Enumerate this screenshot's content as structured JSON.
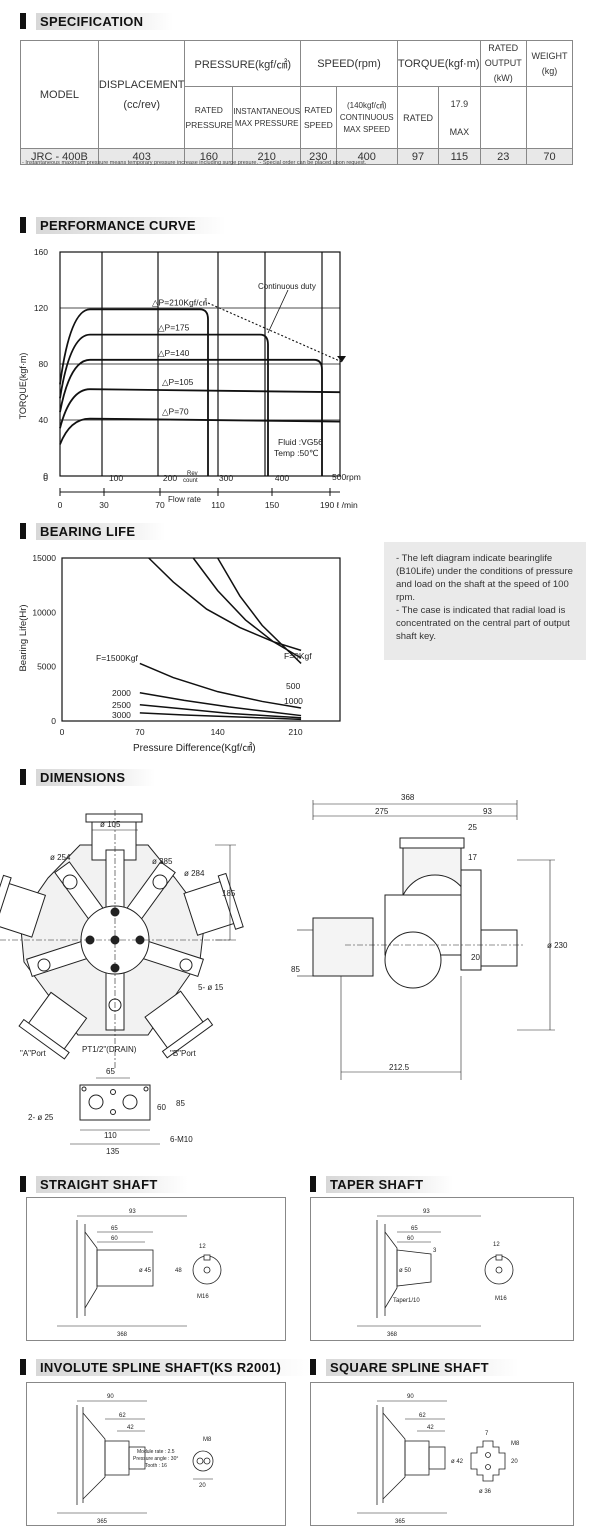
{
  "sections": {
    "specification": "SPECIFICATION",
    "performance": "PERFORMANCE CURVE",
    "bearing": "BEARING LIFE",
    "dimensions": "DIMENSIONS",
    "straight": "STRAIGHT SHAFT",
    "taper": "TAPER SHAFT",
    "involute": "INVOLUTE SPLINE SHAFT(KS R2001)",
    "square": "SQUARE SPLINE SHAFT"
  },
  "spec_table": {
    "model": "MODEL",
    "displacement": "DISPLACEMENT",
    "displacement_unit": "(cc/rev)",
    "pressure": "PRESSURE(kgf/㎠)",
    "speed": "SPEED(rpm)",
    "torque": "TORQUE(kgf·m)",
    "rated_output": "RATED OUTPUT (kW)",
    "weight": "WEIGHT (kg)",
    "rated_pressure": "RATED PRESSURE",
    "inst_max_pressure": "INSTANTANEOUS MAX PRESSURE",
    "rated_speed": "RATED SPEED",
    "cont_max_speed": "(140kgf/㎠) CONTINUOUS MAX SPEED",
    "rated_torque": "RATED",
    "max_torque_top": "17.9",
    "max_torque": "MAX",
    "row": {
      "model": "JRC - 400B",
      "displacement": "403",
      "rated_pressure": "160",
      "inst_max_pressure": "210",
      "rated_speed": "230",
      "cont_max_speed": "400",
      "rated_torque": "97",
      "max_torque": "115",
      "rated_output": "23",
      "weight": "70"
    },
    "note": "- Instantaneous maximum pressure means temporary pressure increase including surge presure.   - Special order can be placed upon request."
  },
  "performance_labels": {
    "ylabel": "TORQUE(kgf·m)",
    "continuous": "Continuous duty",
    "fluid": "Fluid :VG56",
    "temp": "Temp :50℃",
    "rev_count": "Rev count",
    "rpm": "500rpm",
    "flow_rate": "Flow rate",
    "flow_unit": "190 ℓ /min"
  },
  "chart_data": [
    {
      "type": "line",
      "title": "PERFORMANCE CURVE",
      "ylabel": "TORQUE(kgf·m)",
      "ylim": [
        0,
        160
      ],
      "yticks": [
        "0",
        "40",
        "80",
        "120",
        "160"
      ],
      "rev_ticks": [
        "100",
        "200",
        "300",
        "400"
      ],
      "flow_ticks": [
        "0",
        "30",
        "70",
        "110",
        "150"
      ],
      "series": [
        {
          "name": "△P=210Kgf/㎠",
          "plateau": 119
        },
        {
          "name": "△P=175",
          "plateau": 101
        },
        {
          "name": "△P=140",
          "plateau": 83
        },
        {
          "name": "△P=105",
          "plateau": 62
        },
        {
          "name": "△P=70",
          "plateau": 41
        }
      ]
    },
    {
      "type": "line",
      "title": "BEARING LIFE",
      "ylabel": "Bearing Life(Hr)",
      "xlabel": "Pressure Difference(Kgf/㎠)",
      "ylim": [
        0,
        15000
      ],
      "xlim": [
        0,
        250
      ],
      "yticks": [
        "0",
        "5000",
        "10000",
        "15000"
      ],
      "xticks": [
        "0",
        "70",
        "140",
        "210"
      ],
      "series": [
        {
          "name": "F=0Kgf",
          "x": [
            78,
            100,
            130,
            160,
            190,
            215
          ],
          "y": [
            15000,
            12800,
            10300,
            8600,
            7300,
            6500
          ]
        },
        {
          "name": "500",
          "x": [
            118,
            140,
            165,
            190,
            215
          ],
          "y": [
            15000,
            12000,
            9300,
            7300,
            5800
          ]
        },
        {
          "name": "1000",
          "x": [
            140,
            160,
            180,
            200,
            215
          ],
          "y": [
            15000,
            11500,
            8800,
            6800,
            5300
          ]
        },
        {
          "name": "F=1500Kgf",
          "x": [
            70,
            100,
            140,
            180,
            215
          ],
          "y": [
            5300,
            4000,
            2700,
            1800,
            1200
          ]
        },
        {
          "name": "2000",
          "x": [
            70,
            110,
            150,
            190,
            215
          ],
          "y": [
            2600,
            1900,
            1300,
            800,
            500
          ]
        },
        {
          "name": "2500",
          "x": [
            70,
            110,
            150,
            190,
            215
          ],
          "y": [
            1500,
            1100,
            700,
            450,
            300
          ]
        },
        {
          "name": "3000",
          "x": [
            70,
            110,
            150,
            190,
            215
          ],
          "y": [
            750,
            550,
            400,
            250,
            150
          ]
        }
      ]
    }
  ],
  "bearing_info": [
    "- The left diagram indicate bearinglife (B10Life) under the conditions of pressure and load on the shaft at the speed of 100 rpm.",
    "- The case is indicated that radial load is concentrated on the central part of output shaft key."
  ],
  "dims": {
    "d105": "ø 105",
    "d254": "ø 254",
    "d385": "ø 385",
    "d284": "ø 284",
    "h185": "185",
    "holes": "5- ø 15",
    "a_port": "\"A\"Port",
    "b_port": "\"B\"Port",
    "drain": "PT1/2\"(DRAIN)",
    "w65": "65",
    "h60": "60",
    "h85": "85",
    "holes2": "2- ø 25",
    "w110": "110",
    "w135": "135",
    "m10": "6-M10",
    "w368": "368",
    "w275": "275",
    "w93": "93",
    "w25": "25",
    "h17": "17",
    "d230": "ø 230",
    "h20": "20",
    "h85b": "85",
    "w212": "212.5"
  },
  "shafts": {
    "straight": {
      "a": "93",
      "b": "65",
      "c": "60",
      "d": "ø 45",
      "e": "48",
      "f": "12",
      "g": "M16",
      "h": "368"
    },
    "taper": {
      "a": "93",
      "b": "65",
      "c": "60",
      "d": "3",
      "e": "ø 50",
      "f": "Taper1/10",
      "g": "12",
      "h": "M16",
      "i": "368"
    },
    "involute": {
      "a": "90",
      "b": "62",
      "c": "42",
      "d": "M8",
      "e": "Module rate :  2.5",
      "f": "Pressure angle :  30°",
      "g": "Tooth :  16",
      "h": "20",
      "i": "365"
    },
    "square": {
      "a": "90",
      "b": "62",
      "c": "42",
      "d": "7",
      "e": "M8",
      "f": "ø 42",
      "g": "20",
      "h": "ø 36",
      "i": "365"
    }
  }
}
